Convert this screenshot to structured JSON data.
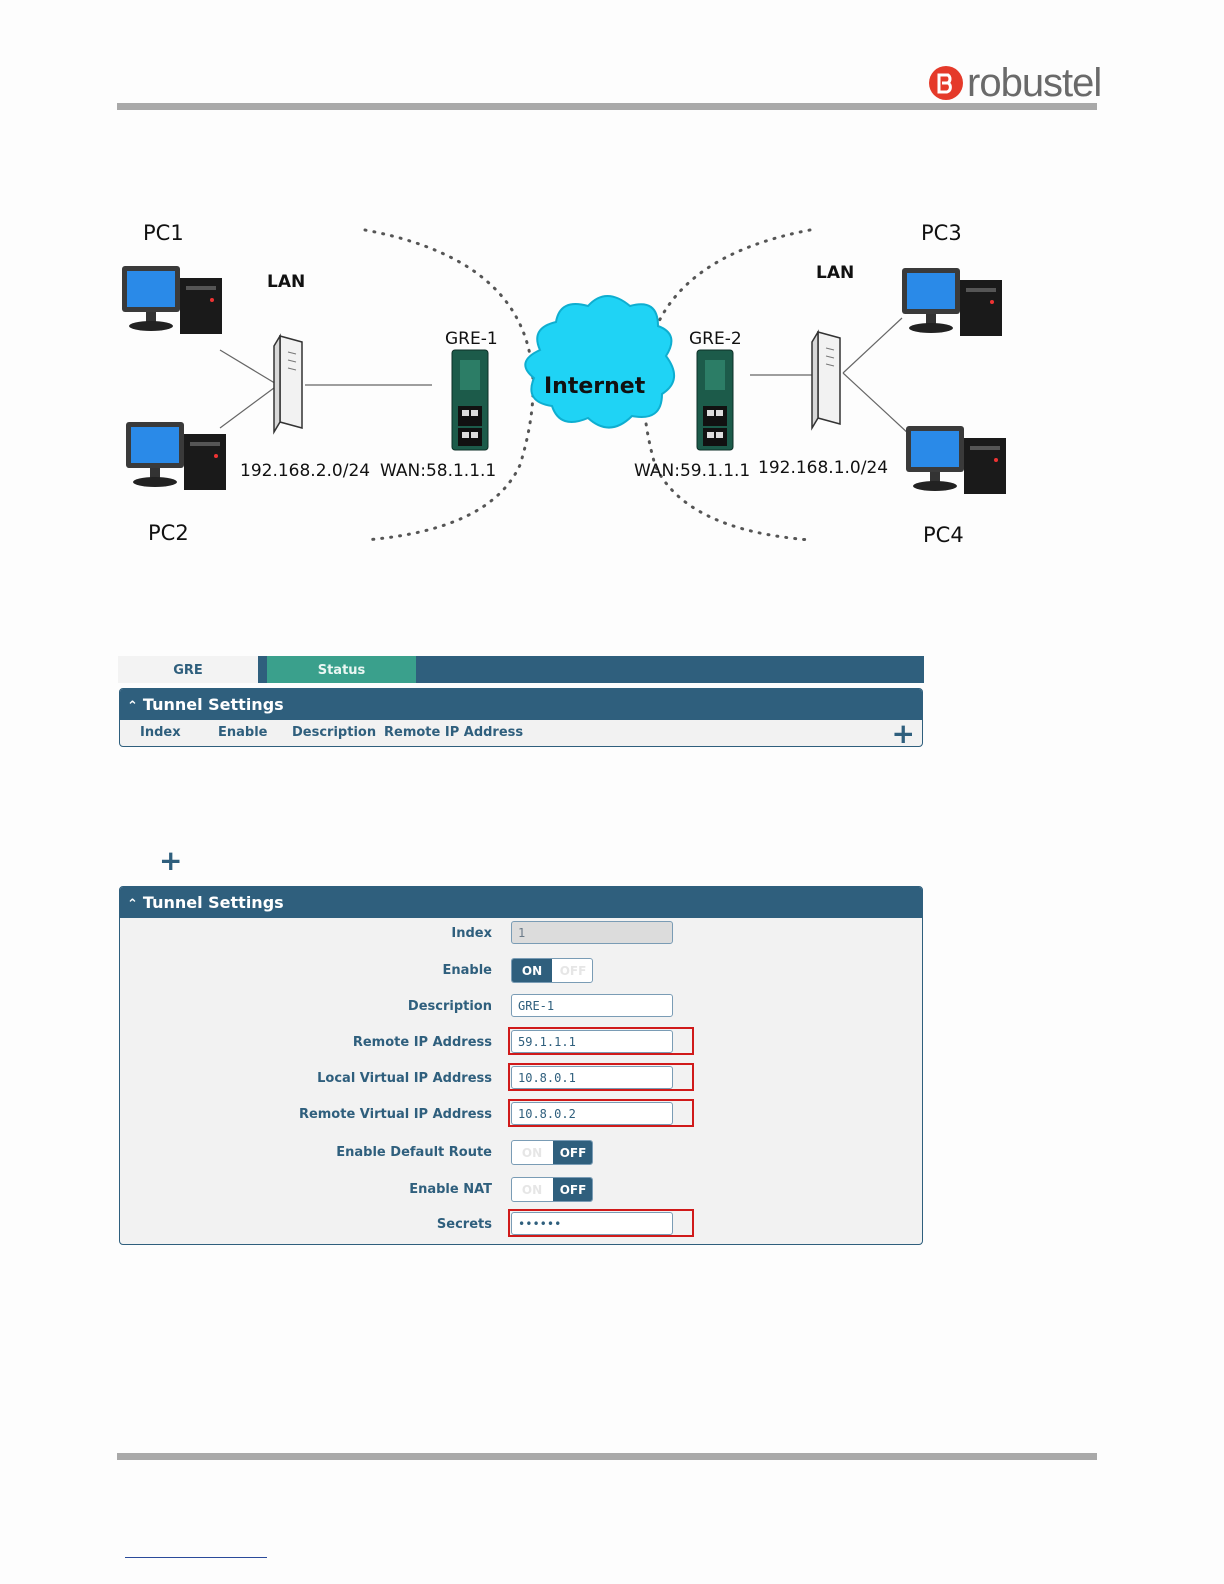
{
  "brand": {
    "name": "robustel"
  },
  "diagram": {
    "pc1": "PC1",
    "pc2": "PC2",
    "pc3": "PC3",
    "pc4": "PC4",
    "lan_left": "LAN",
    "lan_right": "LAN",
    "gre1": "GRE-1",
    "gre2": "GRE-2",
    "internet": "Internet",
    "subnet_left": "192.168.2.0/24",
    "subnet_right": "192.168.1.0/24",
    "wan_left": "WAN:58.1.1.1",
    "wan_right": "WAN:59.1.1.1"
  },
  "tabs": [
    {
      "label": "GRE"
    },
    {
      "label": "Status"
    }
  ],
  "tunnel_list": {
    "title": "Tunnel Settings",
    "columns": [
      "Index",
      "Enable",
      "Description",
      "Remote IP Address"
    ]
  },
  "tunnel_form": {
    "title": "Tunnel Settings",
    "labels": {
      "index": "Index",
      "enable": "Enable",
      "description": "Description",
      "remote_ip": "Remote IP Address",
      "local_virtual_ip": "Local Virtual IP Address",
      "remote_virtual_ip": "Remote Virtual IP Address",
      "default_route": "Enable Default Route",
      "nat": "Enable NAT",
      "secrets": "Secrets"
    },
    "values": {
      "index": "1",
      "description": "GRE-1",
      "remote_ip": "59.1.1.1",
      "local_virtual_ip": "10.8.0.1",
      "remote_virtual_ip": "10.8.0.2",
      "secrets": "••••••"
    },
    "toggle_on": "ON",
    "toggle_off": "OFF",
    "highlight_color": "#d01a1a"
  },
  "colors": {
    "primary": "#2f5f7d",
    "status_tab": "#3aa08c",
    "cloud": "#1fd3f5"
  }
}
